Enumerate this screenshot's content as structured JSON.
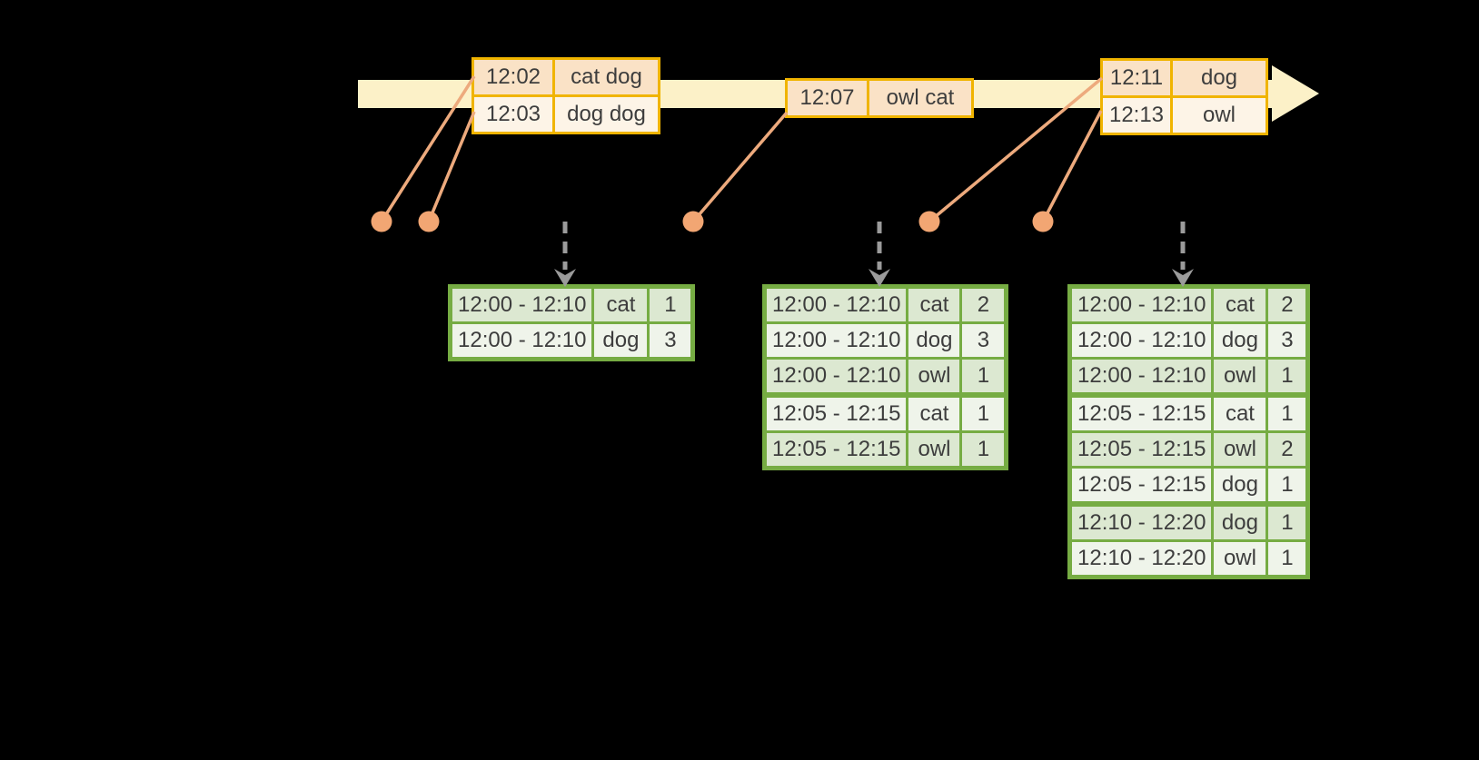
{
  "colors": {
    "background": "#000000",
    "timeline": "#FCF1C8",
    "event_border": "#F0B400",
    "event_row_dark": "#FAE2C6",
    "event_row_light": "#FDF4E7",
    "result_border": "#76AC43",
    "result_row_dark": "#DCE8D1",
    "result_row_light": "#EFF4EA",
    "connector": "#EDAA7D",
    "dot": "#F2A673",
    "arrow_gray": "#9B9B9B",
    "text": "#3D3D3D"
  },
  "event_tables": [
    {
      "rows": [
        [
          "12:02",
          "cat dog"
        ],
        [
          "12:03",
          "dog dog"
        ]
      ]
    },
    {
      "rows": [
        [
          "12:07",
          "owl cat"
        ]
      ]
    },
    {
      "rows": [
        [
          "12:11",
          "dog"
        ],
        [
          "12:13",
          "owl"
        ]
      ]
    }
  ],
  "result_tables": [
    {
      "rows": [
        [
          "12:00 - 12:10",
          "cat",
          "1"
        ],
        [
          "12:00 - 12:10",
          "dog",
          "3"
        ]
      ],
      "group_breaks": []
    },
    {
      "rows": [
        [
          "12:00 - 12:10",
          "cat",
          "2"
        ],
        [
          "12:00 - 12:10",
          "dog",
          "3"
        ],
        [
          "12:00 - 12:10",
          "owl",
          "1"
        ],
        [
          "12:05 - 12:15",
          "cat",
          "1"
        ],
        [
          "12:05 - 12:15",
          "owl",
          "1"
        ]
      ],
      "group_breaks": [
        3
      ]
    },
    {
      "rows": [
        [
          "12:00 - 12:10",
          "cat",
          "2"
        ],
        [
          "12:00 - 12:10",
          "dog",
          "3"
        ],
        [
          "12:00 - 12:10",
          "owl",
          "1"
        ],
        [
          "12:05 - 12:15",
          "cat",
          "1"
        ],
        [
          "12:05 - 12:15",
          "owl",
          "2"
        ],
        [
          "12:05 - 12:15",
          "dog",
          "1"
        ],
        [
          "12:10 - 12:20",
          "dog",
          "1"
        ],
        [
          "12:10 - 12:20",
          "owl",
          "1"
        ]
      ],
      "group_breaks": [
        3,
        6
      ]
    }
  ]
}
